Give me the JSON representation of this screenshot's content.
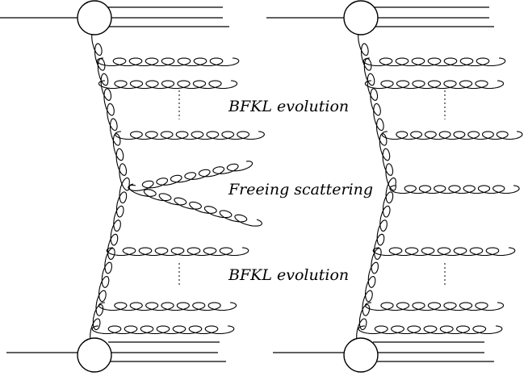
{
  "labels": {
    "bfkl_top": "BFKL evolution",
    "freeing": "Freeing scattering",
    "bfkl_bottom": "BFKL evolution"
  }
}
